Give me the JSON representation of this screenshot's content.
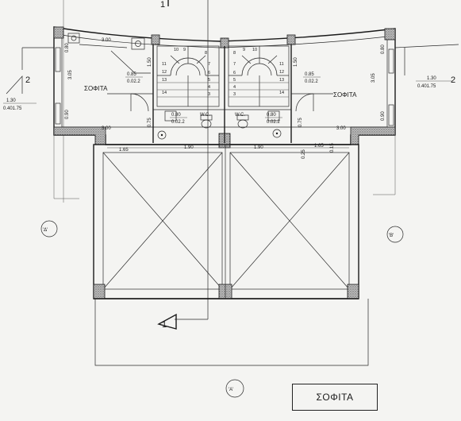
{
  "rooms": {
    "attic_left": "ΣΟΦΙΤΑ",
    "attic_right": "ΣΟΦΙΤΑ",
    "wc_left": "W.C.",
    "wc_right": "W.C."
  },
  "side_labels": {
    "delta": "'Δ'",
    "beta": "'Β'",
    "alpha": "'Α'"
  },
  "legend": {
    "title": "ΣΟΦΙΤΑ"
  },
  "section_marks": {
    "left_number": "2",
    "right_number": "2",
    "top_number": "1",
    "bottom_number": "1"
  },
  "level_tags": {
    "left_top": "1.30",
    "left_bottom": "0.401.75",
    "right_top": "1.30",
    "right_bottom": "0.401.75"
  },
  "windows": {
    "left_top": "0.85",
    "left_bottom": "0.02.2",
    "right_top": "0.85",
    "right_bottom": "0.02.2",
    "wc_left_top": "0.80",
    "wc_left_bottom": "0.02.2",
    "wc_right_top": "0.80",
    "wc_right_bottom": "0.02.2"
  },
  "dimensions": {
    "d_300_left": "3.00",
    "d_300_right": "3.00",
    "d_165_left": "1.65",
    "d_165_right": "1.65",
    "d_190_left": "1.90",
    "d_190_right": "1.90",
    "d_300_top": "3.00",
    "d_305_left": "3.05",
    "d_305_right": "3.05",
    "d_080_left_top": "0.80",
    "d_080_right_top": "0.80",
    "d_090_left": "0.90",
    "d_090_right": "0.90",
    "d_075_left": "0.75",
    "d_075_right": "0.75",
    "d_150_left": "1.50",
    "d_150_right": "1.50",
    "d_025": "0.25",
    "d_015": "0.15"
  },
  "stairs": {
    "left": [
      "10",
      "9",
      "8",
      "7",
      "6",
      "5",
      "4",
      "3",
      "12",
      "13",
      "14",
      "11"
    ],
    "right": [
      "10",
      "9",
      "8",
      "7",
      "6",
      "5",
      "4",
      "3",
      "12",
      "13",
      "14",
      "11"
    ]
  }
}
